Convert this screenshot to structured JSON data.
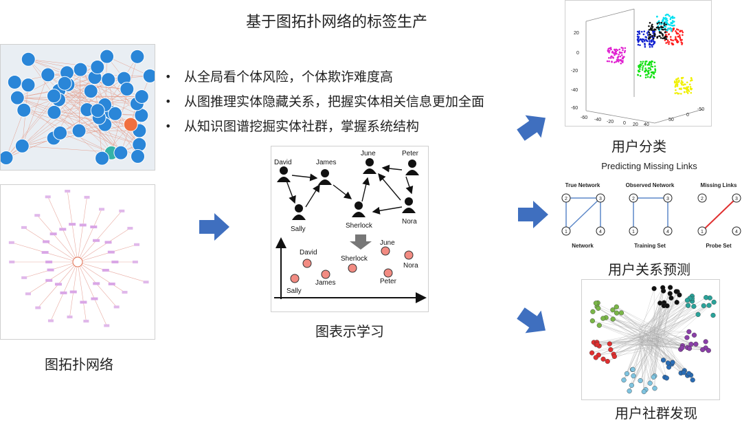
{
  "title": "基于图拓扑网络的标签生产",
  "bullets": [
    "从全局看个体风险，个体欺诈难度高",
    "从图推理实体隐藏关系，把握实体相关信息更加全面",
    "从知识图谱挖掘实体社群，掌握系统结构"
  ],
  "captions": {
    "topology": "图拓扑网络",
    "representation": "图表示学习",
    "user_classification": "用户分类",
    "relation_prediction": "用户关系预测",
    "community": "用户社群发现"
  },
  "graph_example": {
    "nodes": [
      "David",
      "James",
      "June",
      "Peter",
      "Sally",
      "Sherlock",
      "Nora"
    ],
    "embedded_nodes": [
      "David",
      "June",
      "Sherlock",
      "Nora",
      "James",
      "Peter",
      "Sally"
    ]
  },
  "link_prediction": {
    "title": "Predicting Missing Links",
    "headers": [
      "True Network",
      "Observed Network",
      "Missing Links"
    ],
    "footers": [
      "Network",
      "Training Set",
      "Probe Set"
    ],
    "node_ids": [
      "1",
      "2",
      "3",
      "4"
    ]
  },
  "scatter3d": {
    "z_ticks": [
      "20",
      "0",
      "-20",
      "-40",
      "-60"
    ],
    "x_ticks": [
      "-60",
      "-40",
      "-20",
      "0",
      "20",
      "40"
    ],
    "y_ticks": [
      "50",
      "0",
      "-50"
    ]
  },
  "colors": {
    "arrow": "#3f6fbf",
    "node_fill": "#f28b82",
    "cluster_colors": [
      "#e020d0",
      "#10e010",
      "#f0f000",
      "#1020d0",
      "#ff2020",
      "#00e0f0",
      "#111111"
    ],
    "community_colors": [
      "#7ab648",
      "#e03030",
      "#2a6db5",
      "#2aa39a",
      "#8a3fa8",
      "#7fc4e0",
      "#111111"
    ]
  }
}
